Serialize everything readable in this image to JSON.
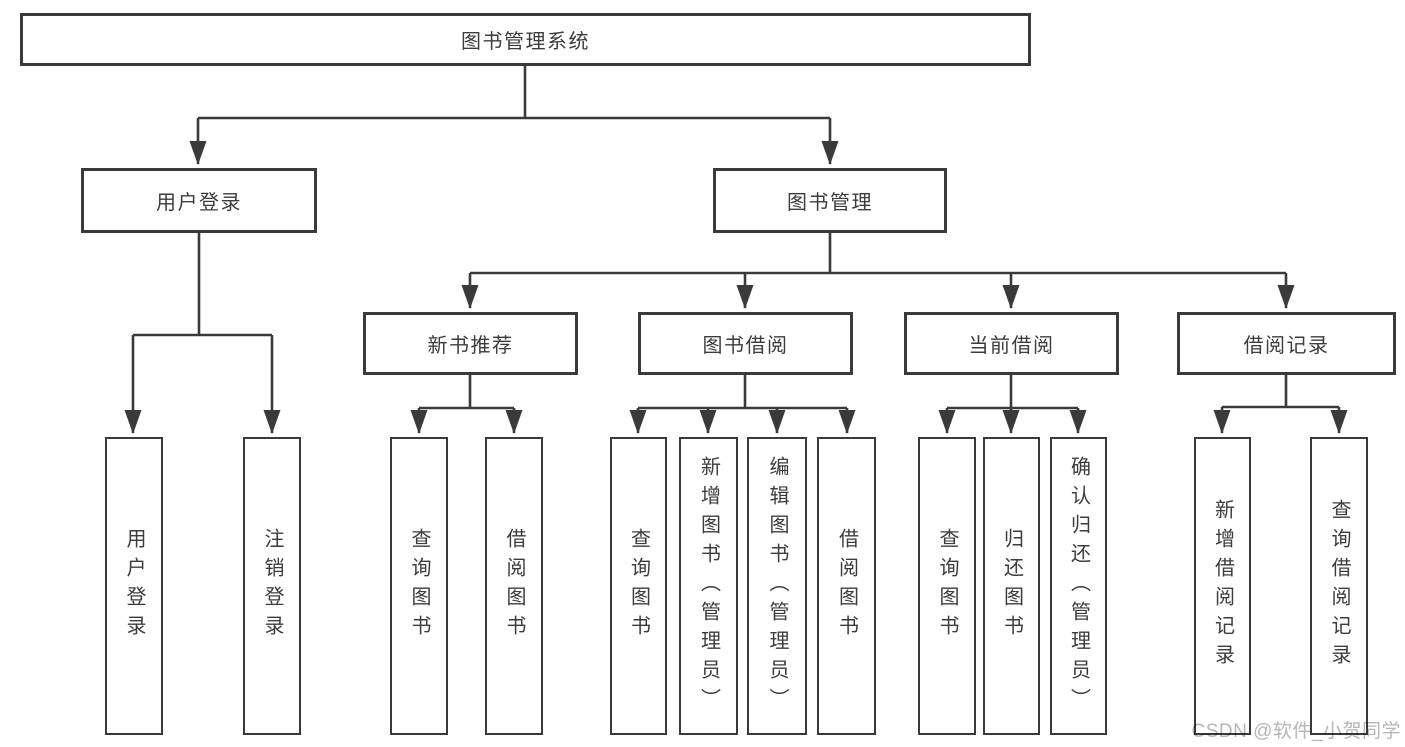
{
  "colors": {
    "line": "#3a3a3a",
    "text": "#3c3c3c",
    "background": "#ffffff",
    "watermark_text": "#b6b6b6"
  },
  "watermark": "CSDN @软件_小贺同学",
  "tree": {
    "root": {
      "label": "图书管理系统"
    },
    "branches": [
      {
        "label": "用户登录",
        "children": [
          {
            "label": "用户登录"
          },
          {
            "label": "注销登录"
          }
        ]
      },
      {
        "label": "图书管理",
        "children": [
          {
            "label": "新书推荐",
            "children": [
              {
                "label": "查询图书"
              },
              {
                "label": "借阅图书"
              }
            ]
          },
          {
            "label": "图书借阅",
            "children": [
              {
                "label": "查询图书"
              },
              {
                "label": "新增图书（管理员）"
              },
              {
                "label": "编辑图书（管理员）"
              },
              {
                "label": "借阅图书"
              }
            ]
          },
          {
            "label": "当前借阅",
            "children": [
              {
                "label": "查询图书"
              },
              {
                "label": "归还图书"
              },
              {
                "label": "确认归还（管理员）"
              }
            ]
          },
          {
            "label": "借阅记录",
            "children": [
              {
                "label": "新增借阅记录"
              },
              {
                "label": "查询借阅记录"
              }
            ]
          }
        ]
      }
    ]
  }
}
